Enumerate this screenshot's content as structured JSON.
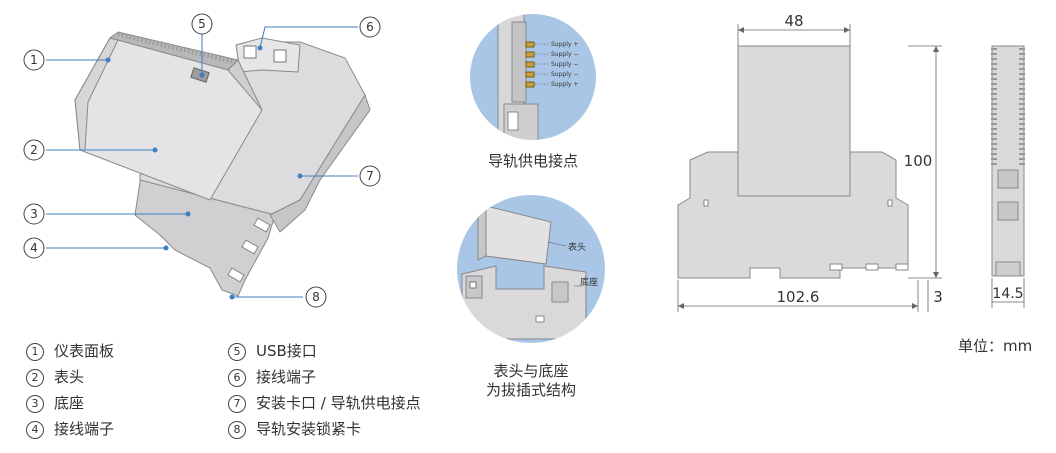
{
  "callouts": [
    "1",
    "2",
    "3",
    "4",
    "5",
    "6",
    "7",
    "8"
  ],
  "legend": [
    {
      "num": "1",
      "label": "仪表面板"
    },
    {
      "num": "2",
      "label": "表头"
    },
    {
      "num": "3",
      "label": "底座"
    },
    {
      "num": "4",
      "label": "接线端子"
    },
    {
      "num": "5",
      "label": "USB接口"
    },
    {
      "num": "6",
      "label": "接线端子"
    },
    {
      "num": "7",
      "label": "安装卡口 / 导轨供电接点"
    },
    {
      "num": "8",
      "label": "导轨安装锁紧卡"
    }
  ],
  "detail_rail": {
    "caption": "导轨供电接点",
    "pins": [
      "Supply +",
      "Supply −",
      "Supply −",
      "Supply −",
      "Supply +"
    ]
  },
  "detail_plug": {
    "caption_line1": "表头与底座",
    "caption_line2": "为拔插式结构",
    "label_head": "表头",
    "label_base": "底座"
  },
  "dimensions": {
    "width_top": "48",
    "height": "100",
    "length": "102.6",
    "rail_offset": "3",
    "thickness": "14.5",
    "unit_label": "单位：mm"
  },
  "colors": {
    "device_fill": "#dcdcde",
    "device_edge": "#8a8a8e",
    "leader": "#3d7fc1",
    "detail_bg": "#a9c6e6",
    "dim_line": "#666666"
  }
}
